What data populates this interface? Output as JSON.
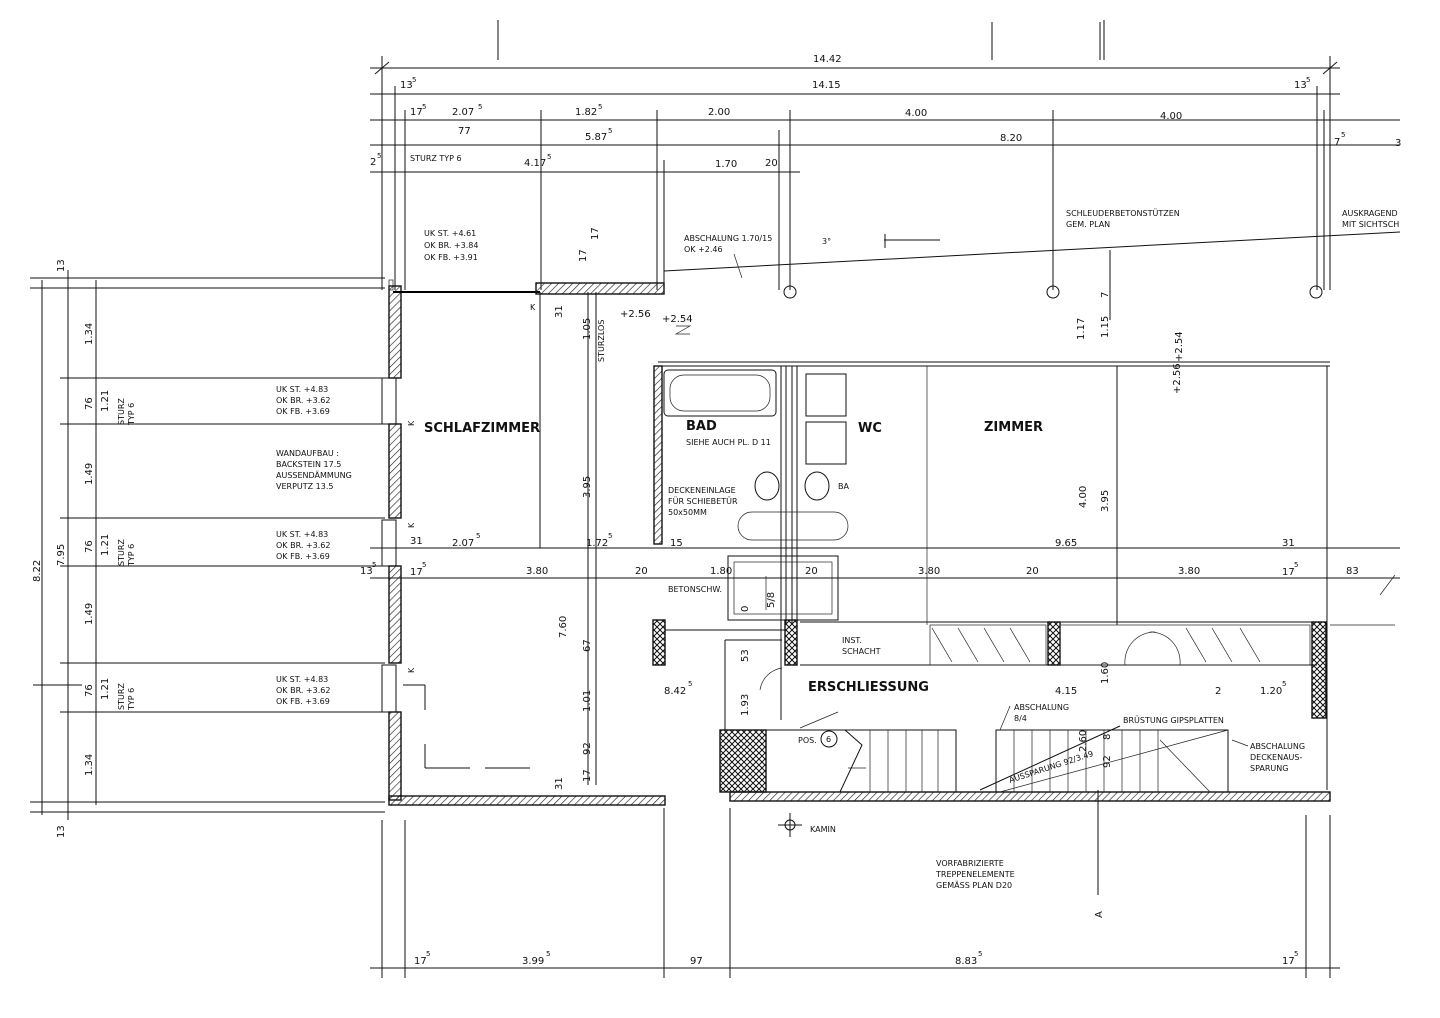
{
  "dimensions": {
    "top": [
      "14.42",
      "13",
      "14.15",
      "13",
      "17",
      "2.07",
      "1.82",
      "2.00",
      "4.00",
      "4.00",
      "77",
      "5.87",
      "8.20",
      "7",
      "2",
      "4.17",
      "1.70",
      "20",
      "3"
    ],
    "left": [
      "13",
      "8.22",
      "7.95",
      "1.34",
      "76",
      "1.21",
      "1.49",
      "76",
      "1.21",
      "1.49",
      "76",
      "1.21",
      "1.34",
      "13"
    ],
    "middle": [
      "31",
      "2.07",
      "1.72",
      "15",
      "9.65",
      "31",
      "13",
      "17",
      "3.80",
      "20",
      "1.80",
      "20",
      "3.80",
      "20",
      "3.80",
      "17",
      "83"
    ],
    "interior": [
      "31",
      "1.05",
      "3.95",
      "7.60",
      "67",
      "1.01",
      "92",
      "17",
      "31",
      "17",
      "17",
      "1.17",
      "1.15",
      "7",
      "4.00",
      "3.95",
      "1.60",
      "2.60",
      "92",
      "8",
      "4.15",
      "2",
      "1.20",
      "8.42",
      "1.93",
      "53",
      "0",
      "5/8"
    ],
    "bottom": [
      "17",
      "3.99",
      "97",
      "8.83",
      "17"
    ],
    "superscript": "5"
  },
  "rooms": {
    "schlafzimmer": "SCHLAFZIMMER",
    "bad": "BAD",
    "wc": "WC",
    "zimmer": "ZIMMER",
    "erschliessung": "ERSCHLIESSUNG"
  },
  "annotations": {
    "sturz_typ6": "STURZ TYP 6",
    "uk_top": [
      "UK ST. +4.61",
      "OK BR. +3.84",
      "OK FB. +3.91"
    ],
    "uk_lintel": [
      "UK ST. +4.83",
      "OK BR. +3.62",
      "OK FB. +3.69"
    ],
    "wandaufbau": [
      "WANDAUFBAU :",
      "BACKSTEIN 17.5",
      "AUSSENDÄMMUNG",
      "VERPUTZ  13.5"
    ],
    "sturz": "STURZ",
    "typ6": "TYP 6",
    "abschalung_top": [
      "ABSCHALUNG 1.70/15",
      "OK +2.46"
    ],
    "schleuder": [
      "SCHLEUDERBETONSTÜTZEN",
      "GEM. PLAN"
    ],
    "auskragend": [
      "AUSKRAGEND",
      "MIT SICHTSCH"
    ],
    "level_256": "+2.56",
    "level_254": "+2.54",
    "sturzlos": "STURZLOS",
    "bad_ref": "SIEHE AUCH PL. D 11",
    "ba": "BA",
    "deckeneinlage": [
      "DECKENEINLAGE",
      "FÜR SCHIEBETÜR",
      "50x50MM"
    ],
    "betonschw": "BETONSCHW.",
    "inst": [
      "INST.",
      "SCHACHT"
    ],
    "pos": "POS.",
    "pos_no": "6",
    "abschalung_84": [
      "ABSCHALUNG",
      "8/4"
    ],
    "bruestung": "BRÜSTUNG GIPSPLATTEN",
    "aussparung": "AUSSPARUNG 92/3.49",
    "abschalung_decke": [
      "ABSCHALUNG",
      "DECKENAUS-",
      "SPARUNG"
    ],
    "kamin": "KAMIN",
    "vorfabriziert": [
      "VORFABRIZIERTE",
      "TREPPENELEMENTE",
      "GEMÄSS PLAN D20"
    ],
    "section_a": "A",
    "k": "K",
    "angle": "3°"
  }
}
